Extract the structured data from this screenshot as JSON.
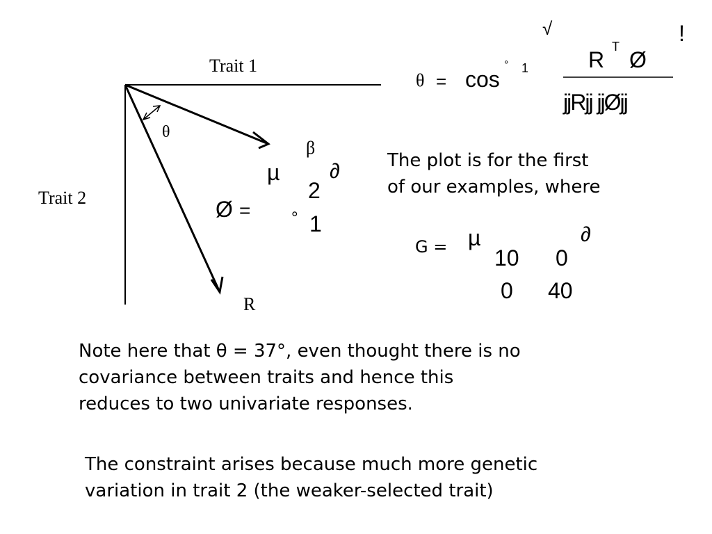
{
  "diagram": {
    "trait1_label": "Trait 1",
    "trait2_label": "Trait 2",
    "theta_symbol": "θ",
    "R_label": "R",
    "beta_vec": {
      "lhs": "Ø",
      "eq": "=",
      "bracket_left": "µ",
      "bracket_right": "∂",
      "beta_symbol": "β",
      "value_top": "2",
      "value_bottom_sign": "°",
      "value_bottom": "1"
    }
  },
  "formula": {
    "sqrt_glyph": "√",
    "bang_glyph": "!",
    "theta": "θ",
    "eq": "=",
    "cos": "cos",
    "superscript_sign": "°",
    "superscript_num": "1",
    "numerator_R": "R",
    "numerator_T": "T",
    "numerator_beta": "Ø",
    "denominator": "jjRjj jjØjj"
  },
  "plot_note": {
    "line1": "The plot is for the first",
    "line2": "of our examples, where"
  },
  "G_matrix": {
    "label": "G =",
    "bracket_left": "µ",
    "bracket_right": "∂",
    "rows": [
      [
        "10",
        "0"
      ],
      [
        "0",
        "40"
      ]
    ]
  },
  "note_paragraph": {
    "line1": "Note here that θ = 37°, even thought there is no",
    "line2": "covariance between traits and hence this",
    "line3": "reduces to two univariate responses."
  },
  "constraint_paragraph": {
    "line1": "The constraint arises because much more genetic",
    "line2": "variation in trait 2 (the weaker-selected trait)"
  }
}
